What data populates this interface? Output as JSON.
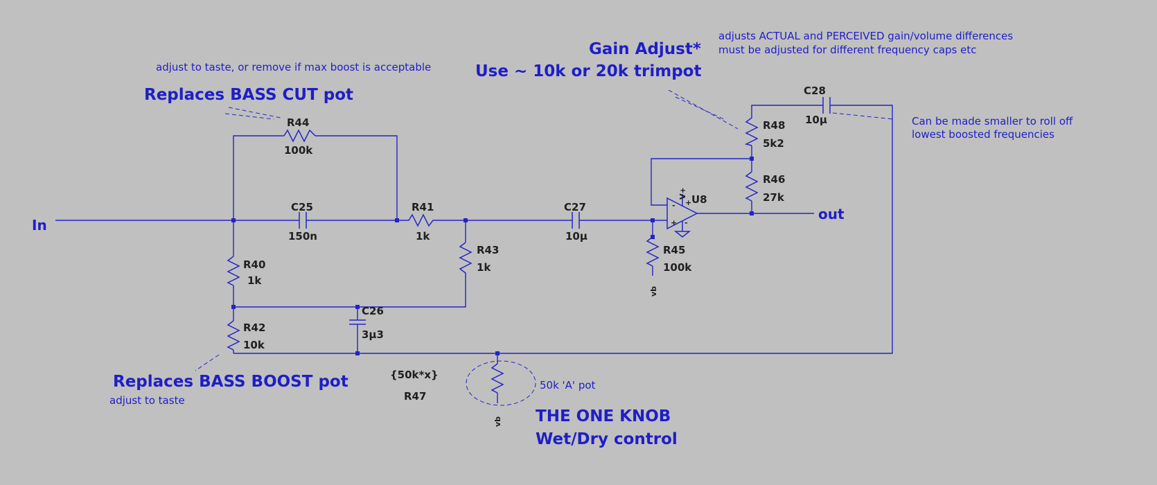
{
  "nets": {
    "input": "In",
    "output": "out",
    "supply_r45": "vb",
    "supply_pot": "vb"
  },
  "components": {
    "r44": {
      "ref": "R44",
      "value": "100k"
    },
    "c25": {
      "ref": "C25",
      "value": "150n"
    },
    "r41": {
      "ref": "R41",
      "value": "1k"
    },
    "r43": {
      "ref": "R43",
      "value": "1k"
    },
    "r40": {
      "ref": "R40",
      "value": "1k"
    },
    "r42": {
      "ref": "R42",
      "value": "10k"
    },
    "c26": {
      "ref": "C26",
      "value": "3µ3"
    },
    "c27": {
      "ref": "C27",
      "value": "10µ"
    },
    "r45": {
      "ref": "R45",
      "value": "100k"
    },
    "u8": {
      "ref": "U8"
    },
    "r48": {
      "ref": "R48",
      "value": "5k2"
    },
    "r46": {
      "ref": "R46",
      "value": "27k"
    },
    "c28": {
      "ref": "C28",
      "value": "10µ"
    },
    "r47": {
      "ref": "R47",
      "value": "{50k*x}"
    }
  },
  "annotations": {
    "bass_cut_title": "Replaces BASS CUT pot",
    "bass_cut_note": "adjust to taste, or remove if max boost is acceptable",
    "bass_boost_title": "Replaces BASS BOOST pot",
    "bass_boost_note": "adjust to taste",
    "gain_title_line1": "Gain Adjust*",
    "gain_title_line2": "Use ~ 10k or 20k trimpot",
    "gain_note_line1": "adjusts ACTUAL and PERCEIVED gain/volume differences",
    "gain_note_line2": "must be adjusted for different frequency caps etc",
    "c28_note_line1": "Can be made smaller to roll off",
    "c28_note_line2": "lowest boosted frequencies",
    "pot_note": "50k 'A' pot",
    "one_knob_line1": "THE ONE KNOB",
    "one_knob_line2": "Wet/Dry control"
  },
  "colors": {
    "background": "#c0c0c0",
    "wire": "#2424c8",
    "label": "#202020",
    "annotation": "#1e1ec8"
  }
}
